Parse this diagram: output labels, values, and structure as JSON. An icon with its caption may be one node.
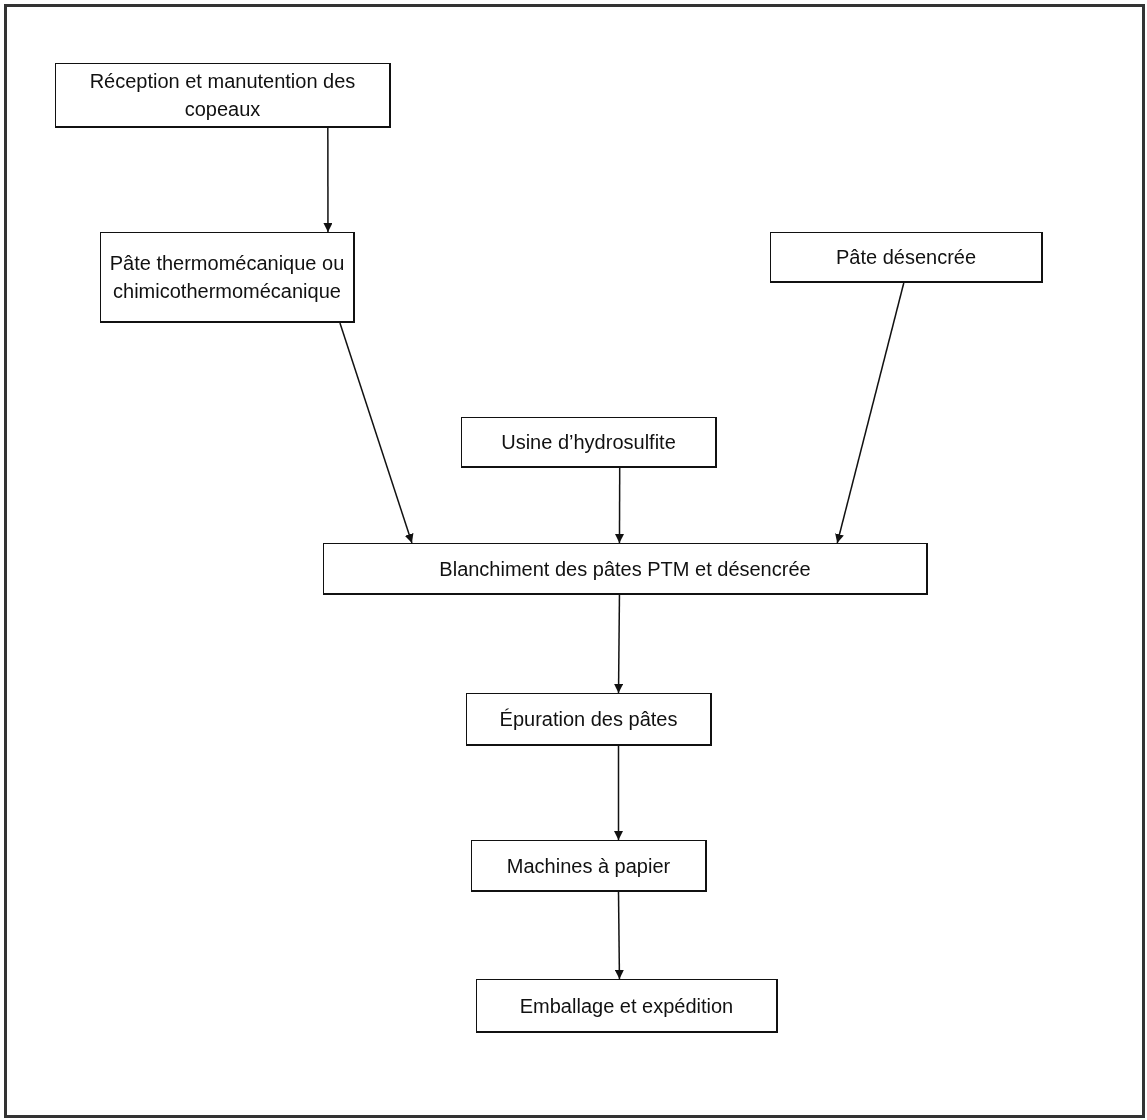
{
  "diagram": {
    "nodes": [
      {
        "text": [
          "Réception et manutention des copeaux"
        ]
      },
      {
        "text": [
          "Pâte thermomécanique ou chimicothermomécanique"
        ]
      },
      {
        "text": [
          "Pâte désencrée"
        ]
      },
      {
        "text": [
          "Usine d’hydrosulfite"
        ]
      },
      {
        "text": [
          "Blanchiment des pâtes PTM et désencrée"
        ]
      },
      {
        "text": [
          "Épuration des pâtes"
        ]
      },
      {
        "text": [
          "Machines à papier"
        ]
      },
      {
        "text": [
          "Emballage et expédition"
        ]
      }
    ],
    "edges": [
      {
        "from": 0,
        "to": 1,
        "arrow": "to"
      },
      {
        "from": 1,
        "to": 4,
        "arrow": "to"
      },
      {
        "from": 3,
        "to": 4,
        "arrow": "to"
      },
      {
        "from": 2,
        "to": 4,
        "arrow": "to"
      },
      {
        "from": 4,
        "to": 5,
        "arrow": "to"
      },
      {
        "from": 5,
        "to": 6,
        "arrow": "to"
      },
      {
        "from": 6,
        "to": 7,
        "arrow": "to"
      }
    ]
  }
}
